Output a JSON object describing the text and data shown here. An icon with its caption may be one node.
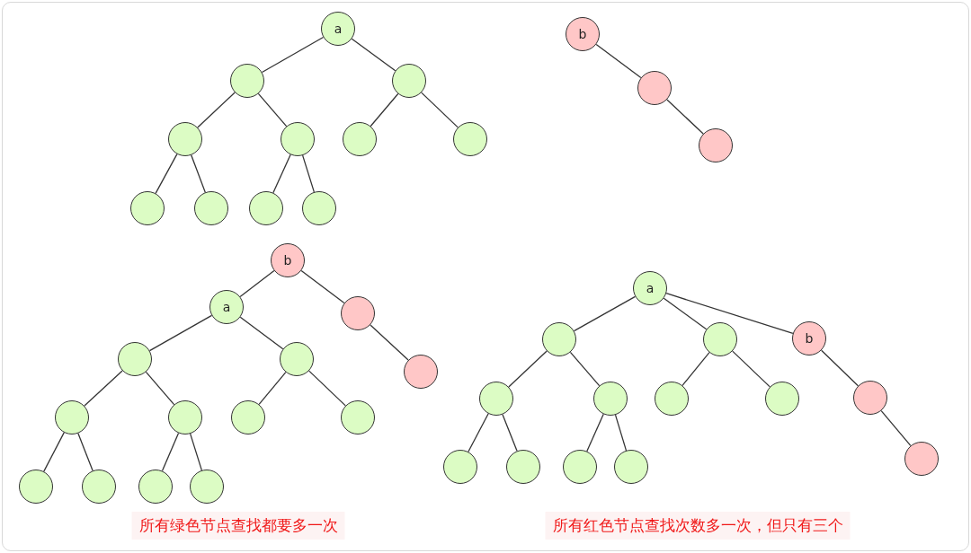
{
  "diagram": {
    "nodes": [
      {
        "text": [
          "a"
        ]
      },
      {
        "text": [],
        "shape": "circle"
      },
      {
        "text": [],
        "shape": "circle"
      },
      {
        "text": [],
        "shape": "circle"
      },
      {
        "text": [],
        "shape": "circle"
      },
      {
        "text": [],
        "shape": "circle"
      },
      {
        "text": [],
        "shape": "circle"
      },
      {
        "text": [],
        "shape": "circle"
      },
      {
        "text": [],
        "shape": "circle"
      },
      {
        "text": [],
        "shape": "circle"
      },
      {
        "text": [],
        "shape": "circle"
      },
      {
        "text": [
          "b"
        ]
      },
      {
        "text": [],
        "shape": "circle"
      },
      {
        "text": [],
        "shape": "circle"
      },
      {
        "text": [
          "b"
        ]
      },
      {
        "text": [
          "a"
        ]
      },
      {
        "text": [],
        "shape": "circle"
      },
      {
        "text": [],
        "shape": "circle"
      },
      {
        "text": [],
        "shape": "circle"
      },
      {
        "text": [],
        "shape": "circle"
      },
      {
        "text": [],
        "shape": "circle"
      },
      {
        "text": [],
        "shape": "circle"
      },
      {
        "text": [],
        "shape": "circle"
      },
      {
        "text": [],
        "shape": "circle"
      },
      {
        "text": [],
        "shape": "circle"
      },
      {
        "text": [],
        "shape": "circle"
      },
      {
        "text": [],
        "shape": "circle"
      },
      {
        "text": [],
        "shape": "circle"
      },
      {
        "text": [
          "a"
        ]
      },
      {
        "text": [],
        "shape": "circle"
      },
      {
        "text": [],
        "shape": "circle"
      },
      {
        "text": [
          "b"
        ]
      },
      {
        "text": [],
        "shape": "circle"
      },
      {
        "text": [],
        "shape": "circle"
      },
      {
        "text": [],
        "shape": "circle"
      },
      {
        "text": [],
        "shape": "circle"
      },
      {
        "text": [],
        "shape": "circle"
      },
      {
        "text": [],
        "shape": "circle"
      },
      {
        "text": [],
        "shape": "circle"
      },
      {
        "text": [],
        "shape": "circle"
      },
      {
        "text": [],
        "shape": "circle"
      },
      {
        "text": [],
        "shape": "circle"
      }
    ],
    "edges": [
      {
        "from": 0,
        "to": 1,
        "arrow": "none"
      },
      {
        "from": 0,
        "to": 2,
        "arrow": "none"
      },
      {
        "from": 1,
        "to": 3,
        "arrow": "none"
      },
      {
        "from": 1,
        "to": 4,
        "arrow": "none"
      },
      {
        "from": 2,
        "to": 5,
        "arrow": "none"
      },
      {
        "from": 2,
        "to": 6,
        "arrow": "none"
      },
      {
        "from": 3,
        "to": 7,
        "arrow": "none"
      },
      {
        "from": 3,
        "to": 8,
        "arrow": "none"
      },
      {
        "from": 4,
        "to": 9,
        "arrow": "none"
      },
      {
        "from": 4,
        "to": 10,
        "arrow": "none"
      },
      {
        "from": 11,
        "to": 12,
        "arrow": "none"
      },
      {
        "from": 12,
        "to": 13,
        "arrow": "none"
      },
      {
        "from": 14,
        "to": 15,
        "arrow": "none"
      },
      {
        "from": 14,
        "to": 16,
        "arrow": "none"
      },
      {
        "from": 16,
        "to": 19,
        "arrow": "none"
      },
      {
        "from": 15,
        "to": 17,
        "arrow": "none"
      },
      {
        "from": 15,
        "to": 18,
        "arrow": "none"
      },
      {
        "from": 17,
        "to": 20,
        "arrow": "none"
      },
      {
        "from": 17,
        "to": 21,
        "arrow": "none"
      },
      {
        "from": 18,
        "to": 22,
        "arrow": "none"
      },
      {
        "from": 18,
        "to": 23,
        "arrow": "none"
      },
      {
        "from": 20,
        "to": 24,
        "arrow": "none"
      },
      {
        "from": 20,
        "to": 25,
        "arrow": "none"
      },
      {
        "from": 21,
        "to": 26,
        "arrow": "none"
      },
      {
        "from": 21,
        "to": 27,
        "arrow": "none"
      },
      {
        "from": 28,
        "to": 29,
        "arrow": "none"
      },
      {
        "from": 28,
        "to": 30,
        "arrow": "none"
      },
      {
        "from": 28,
        "to": 31,
        "arrow": "none"
      },
      {
        "from": 29,
        "to": 32,
        "arrow": "none"
      },
      {
        "from": 29,
        "to": 33,
        "arrow": "none"
      },
      {
        "from": 30,
        "to": 34,
        "arrow": "none"
      },
      {
        "from": 30,
        "to": 35,
        "arrow": "none"
      },
      {
        "from": 31,
        "to": 36,
        "arrow": "none"
      },
      {
        "from": 36,
        "to": 41,
        "arrow": "none"
      },
      {
        "from": 32,
        "to": 37,
        "arrow": "none"
      },
      {
        "from": 32,
        "to": 38,
        "arrow": "none"
      },
      {
        "from": 33,
        "to": 39,
        "arrow": "none"
      },
      {
        "from": 33,
        "to": 40,
        "arrow": "none"
      }
    ],
    "labels": [
      "所有绿色节点查找都要多一次",
      "所有红色节点查找次数多一次，但只有三个"
    ]
  }
}
